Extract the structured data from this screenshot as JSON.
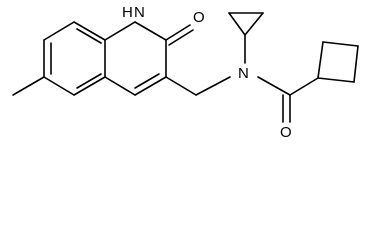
{
  "molecule": {
    "atoms": {
      "nh": {
        "label": "H",
        "sub": "N"
      },
      "ketone_o": {
        "label": "O"
      },
      "amide_n": {
        "label": "N"
      },
      "amide_o": {
        "label": "O"
      }
    }
  }
}
